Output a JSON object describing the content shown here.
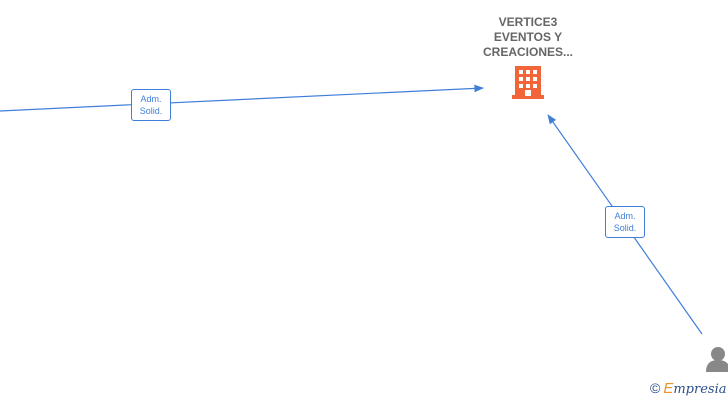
{
  "company": {
    "name_lines": [
      "VERTICE3",
      "EVENTOS Y",
      "CREACIONES..."
    ],
    "icon": "building-icon",
    "color": "#f2643a"
  },
  "edges": [
    {
      "label_lines": [
        "Adm.",
        "Solid."
      ],
      "color": "#3f7fd9"
    },
    {
      "label_lines": [
        "Adm.",
        "Solid."
      ],
      "color": "#3f7fd9"
    }
  ],
  "person": {
    "icon": "person-icon",
    "color": "#888888"
  },
  "watermark": {
    "symbol": "©",
    "brand_initial": "E",
    "brand_rest": "mpresia"
  }
}
